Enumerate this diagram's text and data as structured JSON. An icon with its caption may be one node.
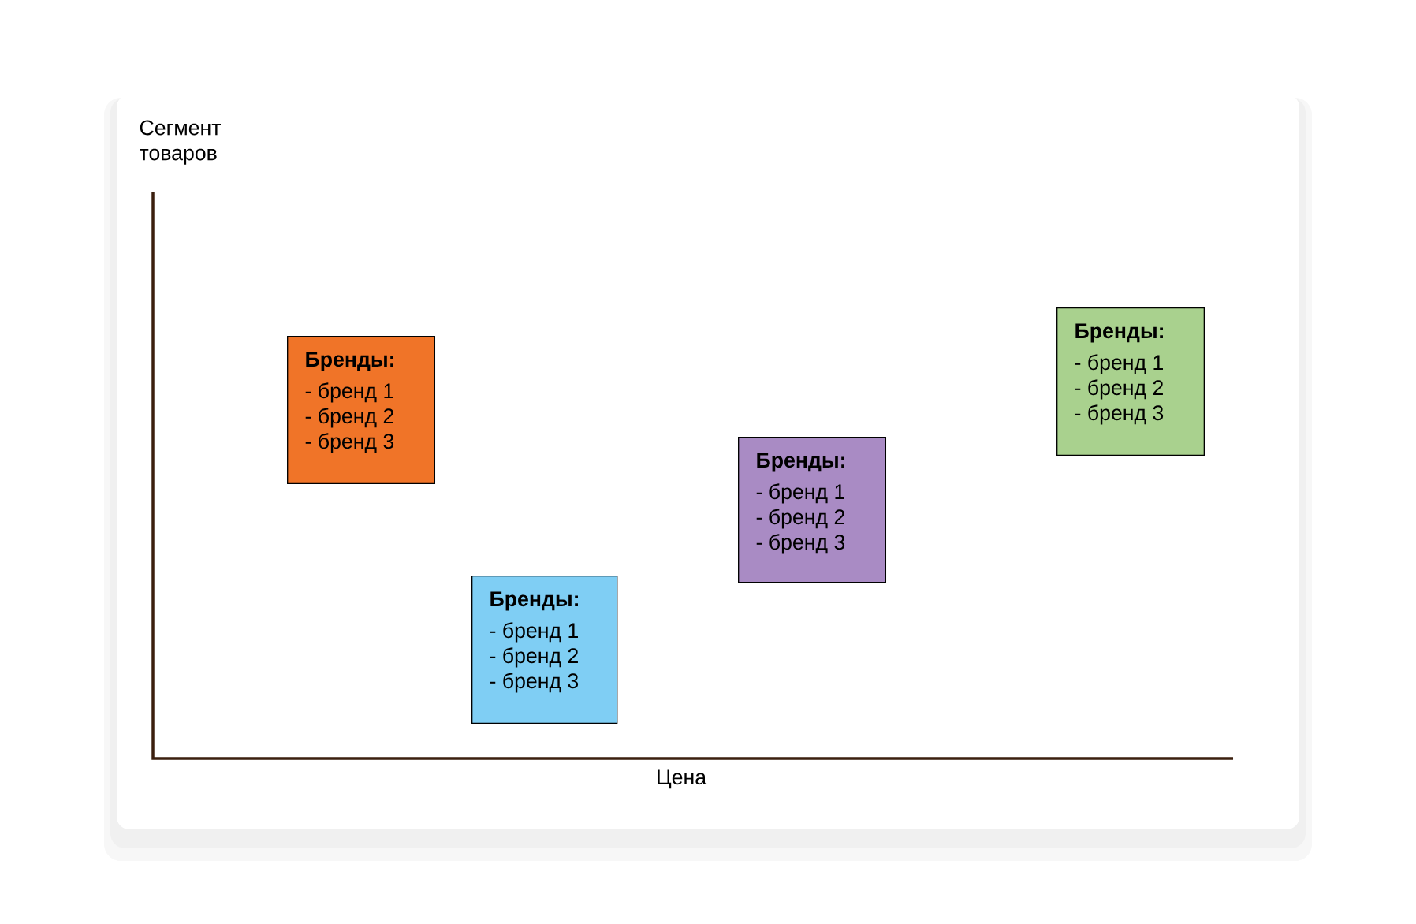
{
  "diagram": {
    "nodes": [
      {
        "text": [
          "Бренды:",
          "- бренд 1",
          "- бренд 2",
          "- бренд 3"
        ]
      },
      {
        "text": [
          "Бренды:",
          "- бренд 1",
          "- бренд 2",
          "- бренд 3"
        ]
      },
      {
        "text": [
          "Бренды:",
          "- бренд 1",
          "- бренд 2",
          "- бренд 3"
        ]
      },
      {
        "text": [
          "Бренды:",
          "- бренд 1",
          "- бренд 2",
          "- бренд 3"
        ]
      }
    ],
    "labels": [
      "Сегмент товаров",
      "Цена"
    ]
  }
}
